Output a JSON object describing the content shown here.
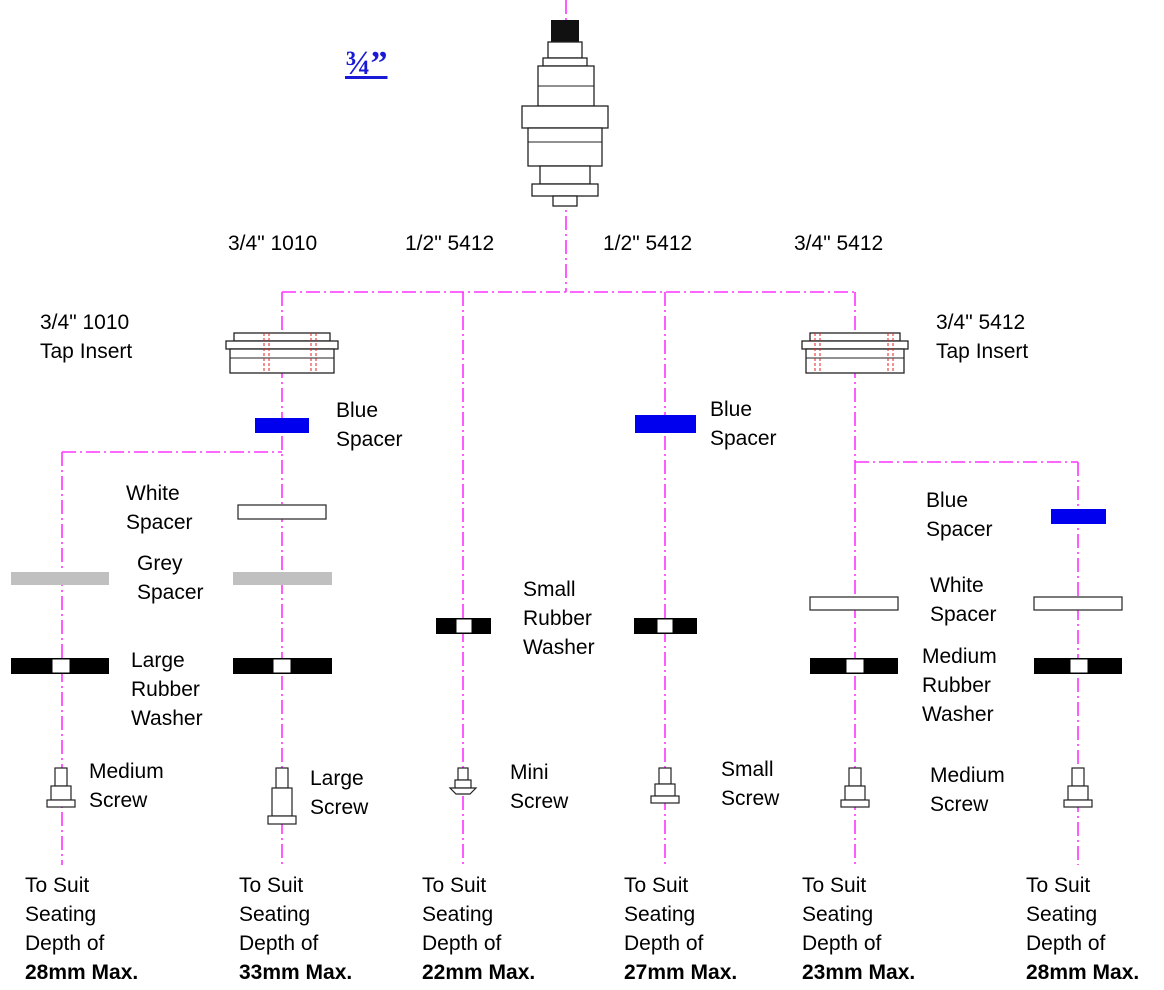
{
  "title": "¾”",
  "branches": {
    "b1": "3/4\" 1010",
    "b2": "1/2\" 5412",
    "b3": "1/2\" 5412",
    "b4": "3/4\" 5412"
  },
  "inserts": {
    "left": [
      "3/4\" 1010",
      "Tap Insert"
    ],
    "right": [
      "3/4\" 5412",
      "Tap Insert"
    ]
  },
  "parts": {
    "blue_spacer_left": [
      "Blue",
      "Spacer"
    ],
    "blue_spacer_mid": [
      "Blue",
      "Spacer"
    ],
    "blue_spacer_right": [
      "Blue",
      "Spacer"
    ],
    "white_spacer_left": [
      "White",
      "Spacer"
    ],
    "white_spacer_right": [
      "White",
      "Spacer"
    ],
    "grey_spacer": [
      "Grey",
      "Spacer"
    ],
    "large_rubber_washer": [
      "Large",
      "Rubber",
      "Washer"
    ],
    "small_rubber_washer": [
      "Small",
      "Rubber",
      "Washer"
    ],
    "medium_rubber_washer": [
      "Medium",
      "Rubber",
      "Washer"
    ],
    "medium_screw_left": [
      "Medium",
      "Screw"
    ],
    "large_screw": [
      "Large",
      "Screw"
    ],
    "mini_screw": [
      "Mini",
      "Screw"
    ],
    "small_screw": [
      "Small",
      "Screw"
    ],
    "medium_screw_right": [
      "Medium",
      "Screw"
    ]
  },
  "depths": [
    {
      "line1": "To Suit",
      "line2": "Seating",
      "line3": "Depth of",
      "value": "28mm Max."
    },
    {
      "line1": "To Suit",
      "line2": "Seating",
      "line3": "Depth of",
      "value": "33mm Max."
    },
    {
      "line1": "To Suit",
      "line2": "Seating",
      "line3": "Depth of",
      "value": "22mm Max."
    },
    {
      "line1": "To Suit",
      "line2": "Seating",
      "line3": "Depth of",
      "value": "27mm Max."
    },
    {
      "line1": "To Suit",
      "line2": "Seating",
      "line3": "Depth of",
      "value": "23mm Max."
    },
    {
      "line1": "To Suit",
      "line2": "Seating",
      "line3": "Depth of",
      "value": "28mm Max."
    }
  ],
  "colors": {
    "centerline": "#ff33ff",
    "blue_spacer": "#0000ee",
    "grey_spacer": "#c0c0c0",
    "washer": "#000000",
    "title": "#1a1ad6"
  }
}
